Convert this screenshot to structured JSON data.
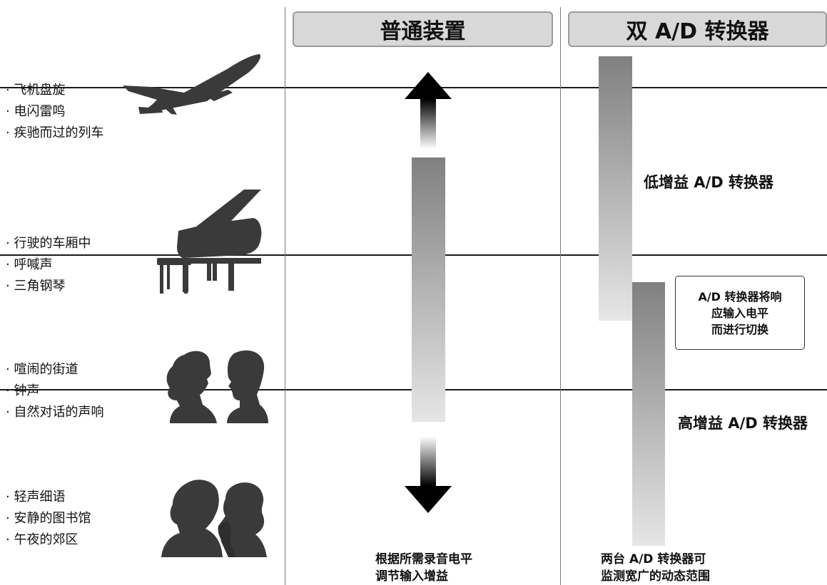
{
  "headers": {
    "normal": "普通装置",
    "dual": "双 A/D 转换器"
  },
  "groups": [
    {
      "items": [
        "飞机盘旋",
        "电闪雷鸣",
        "疾驰而过的列车"
      ],
      "icon": "airplane-icon"
    },
    {
      "items": [
        "行驶的车厢中",
        "呼喊声",
        "三角钢琴"
      ],
      "icon": "piano-icon"
    },
    {
      "items": [
        "喧闹的街道",
        "钟声",
        "自然对话的声响"
      ],
      "icon": "conversation-icon"
    },
    {
      "items": [
        "轻声细语",
        "安静的图书馆",
        "午夜的郊区"
      ],
      "icon": "whisper-icon"
    }
  ],
  "labels": {
    "low_gain": "低增益 A/D 转换器",
    "high_gain": "高增益 A/D 转换器"
  },
  "note": [
    "A/D 转换器将响",
    "应输入电平",
    "而进行切换"
  ],
  "captions": {
    "normal": [
      "根据所需录音电平",
      "调节输入增益"
    ],
    "dual": [
      "两台 A/D 转换器可",
      "监测宽广的动态范围"
    ]
  },
  "colors": {
    "bar_top": "#808080",
    "bar_bottom": "#e6e6e6",
    "header_bg": "#d8d8d8",
    "silhouette": "#3a3a3a"
  }
}
